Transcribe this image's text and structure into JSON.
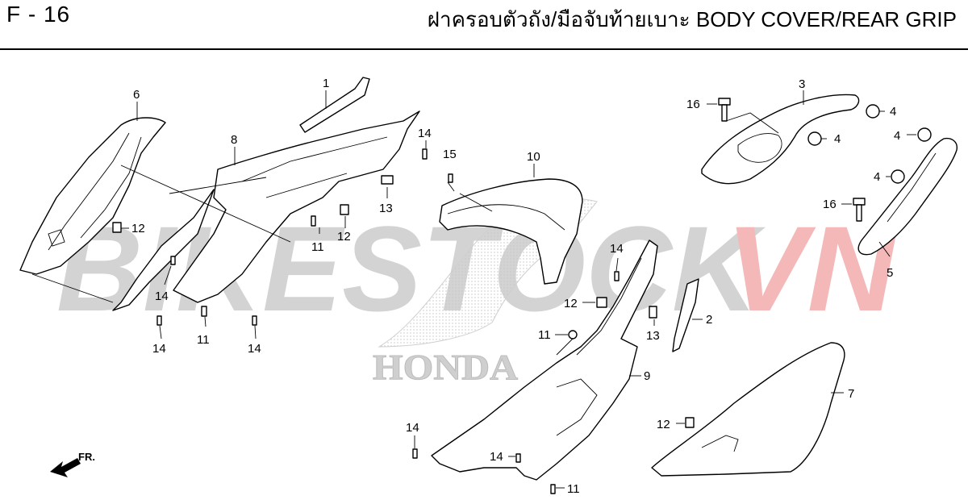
{
  "header": {
    "page_code": "F - 16",
    "title": "ฝาครอบตัวถัง/มือจับท้ายเบาะ  BODY COVER/REAR GRIP"
  },
  "watermark": {
    "prefix": "BIKESTOCK",
    "suffix": "VN",
    "prefix_color": "#d3d3d3",
    "suffix_color": "#f4b8b8",
    "brand": "HONDA",
    "brand_color": "#cfcfcf"
  },
  "direction_label": "FR.",
  "callouts": [
    {
      "id": "c1",
      "label": "1"
    },
    {
      "id": "c2",
      "label": "2"
    },
    {
      "id": "c3",
      "label": "3"
    },
    {
      "id": "c4a",
      "label": "4"
    },
    {
      "id": "c4b",
      "label": "4"
    },
    {
      "id": "c4c",
      "label": "4"
    },
    {
      "id": "c4d",
      "label": "4"
    },
    {
      "id": "c5",
      "label": "5"
    },
    {
      "id": "c6",
      "label": "6"
    },
    {
      "id": "c7",
      "label": "7"
    },
    {
      "id": "c8",
      "label": "8"
    },
    {
      "id": "c9",
      "label": "9"
    },
    {
      "id": "c10",
      "label": "10"
    },
    {
      "id": "c11a",
      "label": "11"
    },
    {
      "id": "c11b",
      "label": "11"
    },
    {
      "id": "c11c",
      "label": "11"
    },
    {
      "id": "c11d",
      "label": "11"
    },
    {
      "id": "c12a",
      "label": "12"
    },
    {
      "id": "c12b",
      "label": "12"
    },
    {
      "id": "c12c",
      "label": "12"
    },
    {
      "id": "c12d",
      "label": "12"
    },
    {
      "id": "c13a",
      "label": "13"
    },
    {
      "id": "c13b",
      "label": "13"
    },
    {
      "id": "c14a",
      "label": "14"
    },
    {
      "id": "c14b",
      "label": "14"
    },
    {
      "id": "c14c",
      "label": "14"
    },
    {
      "id": "c14d",
      "label": "14"
    },
    {
      "id": "c14e",
      "label": "14"
    },
    {
      "id": "c14f",
      "label": "14"
    },
    {
      "id": "c14g",
      "label": "14"
    },
    {
      "id": "c15",
      "label": "15"
    },
    {
      "id": "c16a",
      "label": "16"
    },
    {
      "id": "c16b",
      "label": "16"
    }
  ]
}
